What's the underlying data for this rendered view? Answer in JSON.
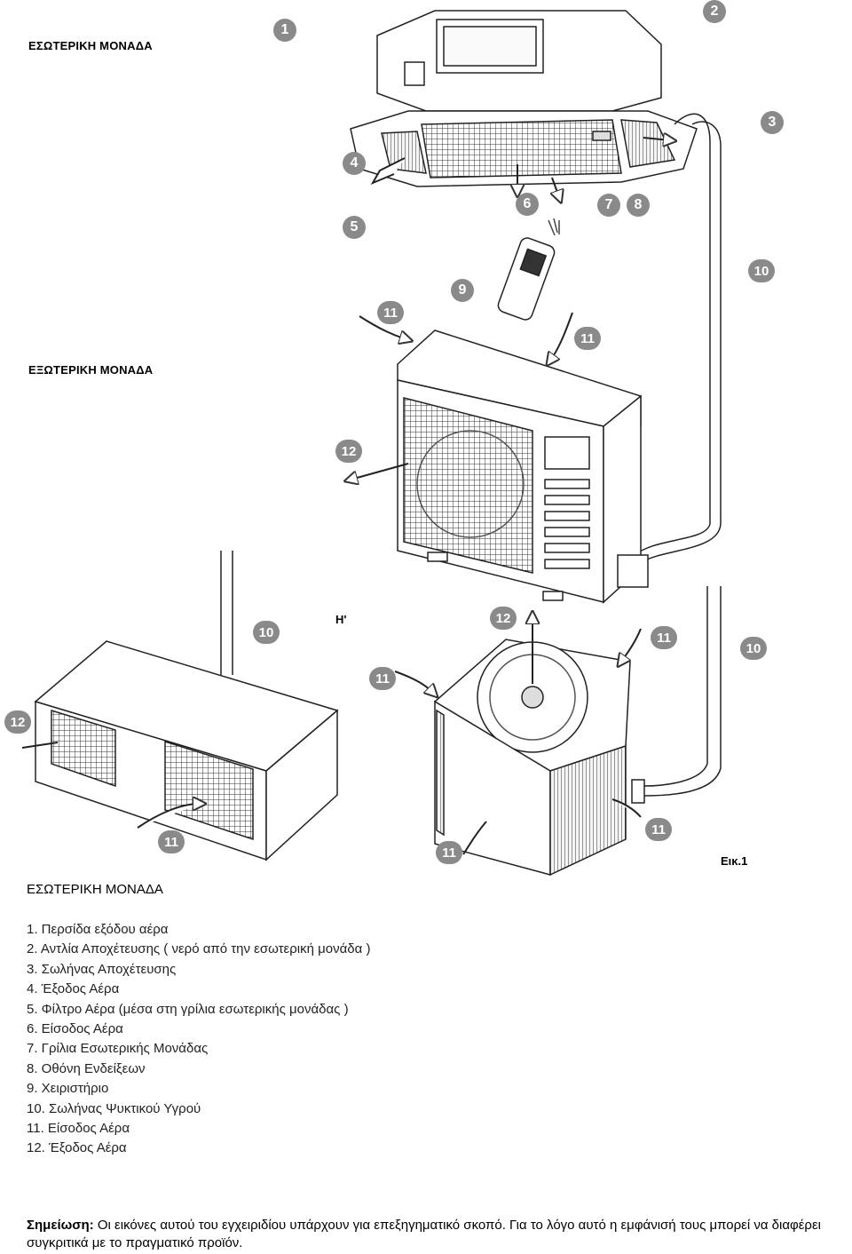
{
  "diagram": {
    "heading_top": "ΕΣΩΤΕΡΙΚΗ ΜΟΝΑΔΑ",
    "heading_mid": "ΕΞΩΤΕΡΙΚΗ ΜΟΝΑΔΑ",
    "letter_label": "Η'",
    "fig_label": "Εικ.1",
    "callouts": [
      "1",
      "2",
      "3",
      "4",
      "5",
      "6",
      "7",
      "8",
      "9",
      "10",
      "11",
      "12"
    ]
  },
  "legend": {
    "title": "ΕΣΩΤΕΡΙΚΗ ΜΟΝΑΔΑ",
    "items": [
      "1.  Περσίδα εξόδου αέρα",
      "2.  Αντλία Αποχέτευσης ( νερό από την εσωτερική μονάδα )",
      "3.  Σωλήνας Αποχέτευσης",
      "4.  Έξοδος Αέρα",
      "5.  Φίλτρο Αέρα (μέσα στη γρίλια εσωτερικής μονάδας )",
      "6.  Είσοδος Αέρα",
      "7.  Γρίλια Εσωτερικής Μονάδας",
      "8.  Οθόνη Ενδείξεων",
      "9.  Χειριστήριο",
      "10. Σωλήνας Ψυκτικού Υγρού",
      "11. Είσοδος Αέρα",
      "12. Έξοδος Αέρα"
    ]
  },
  "note": {
    "label": "Σημείωση:",
    "text": " Οι εικόνες αυτού του εγχειριδίου υπάρχουν  για επεξηγηματικό σκοπό. Για το λόγο αυτό η εμφάνισή τους μπορεί να διαφέρει συγκριτικά με το πραγματικό προϊόν."
  }
}
